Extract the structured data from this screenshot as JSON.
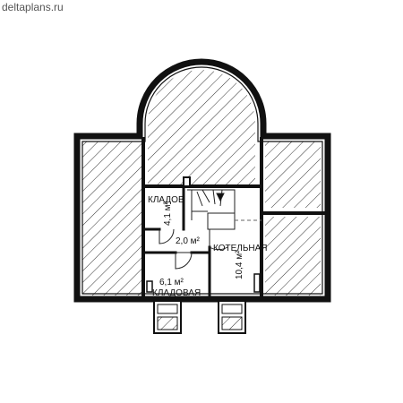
{
  "watermark": "deltaplans.ru",
  "rooms": {
    "storage_top": {
      "name": "КЛАДОВ",
      "area": "4,1 м²"
    },
    "hall": {
      "area": "2,0 м²"
    },
    "boiler": {
      "name": "КОТЕЛЬНАЯ",
      "area": "10,4 м²"
    },
    "storage_bottom": {
      "name": "КЛАДОВАЯ",
      "area": "6,1 м²"
    }
  },
  "colors": {
    "wall": "#111111",
    "hatch": "#222222",
    "paper": "#ffffff"
  }
}
